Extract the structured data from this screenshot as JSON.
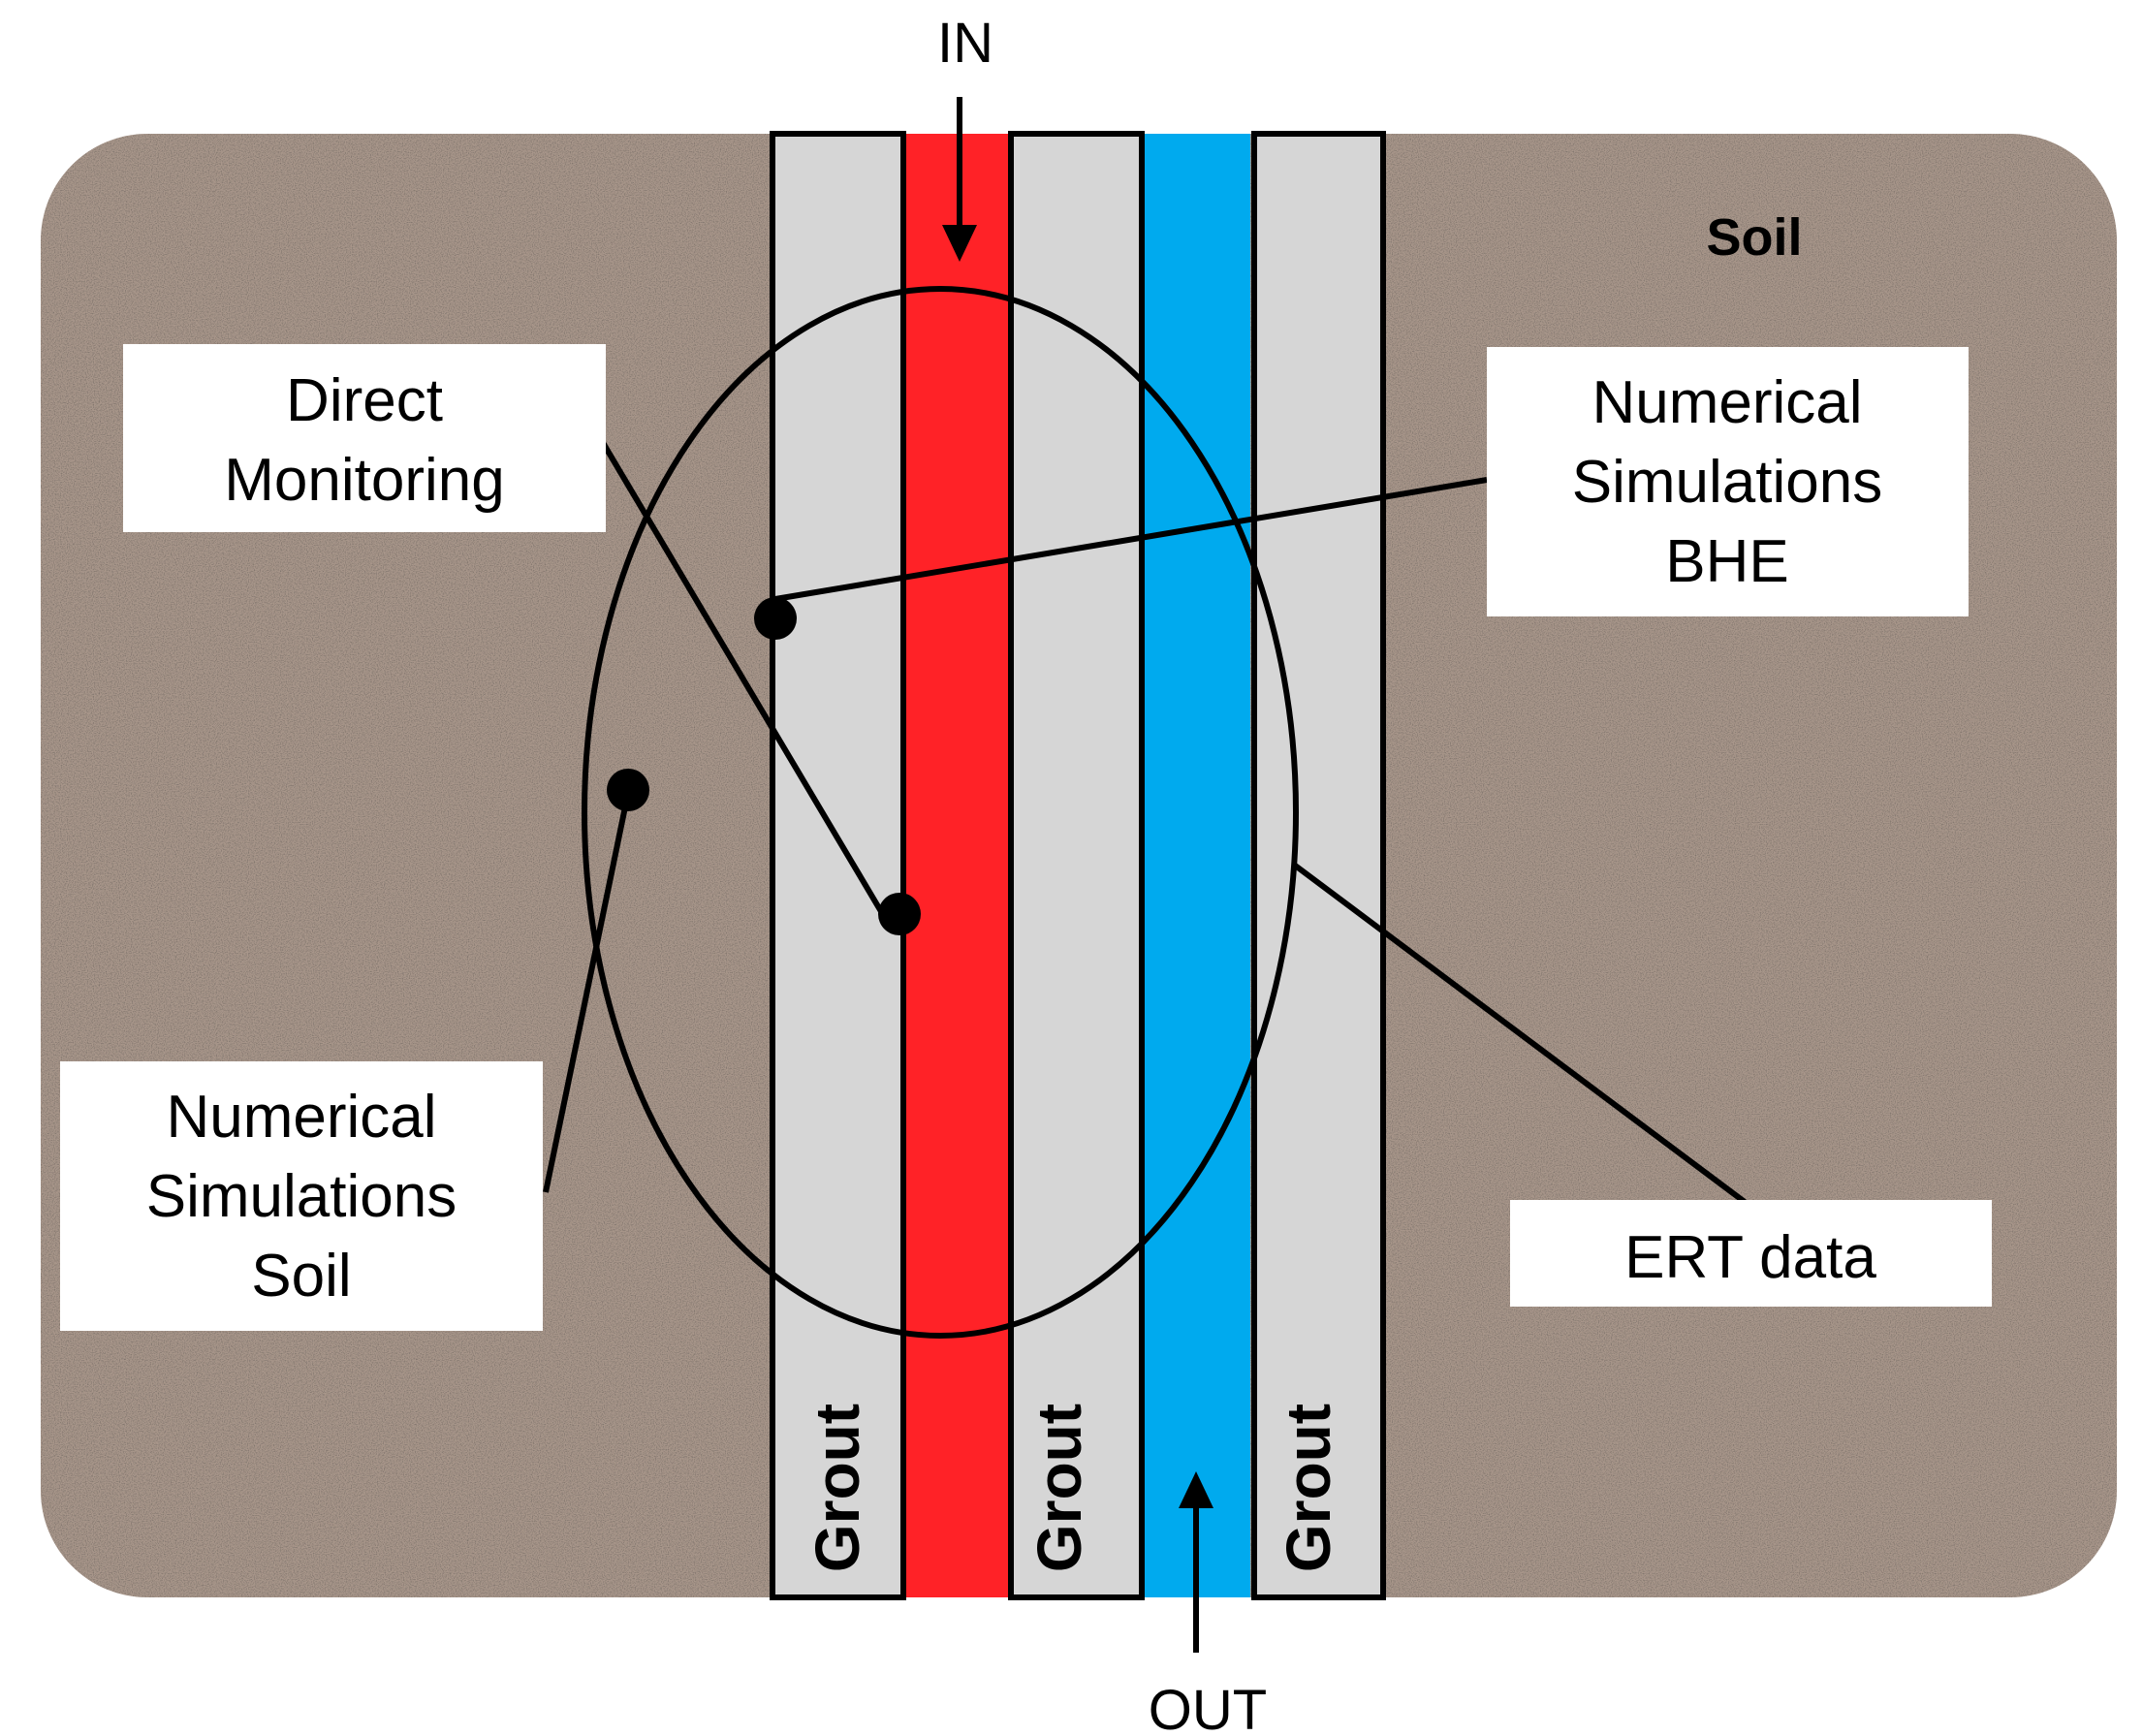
{
  "labels": {
    "in": "IN",
    "out": "OUT",
    "soil": "Soil",
    "grout": "Grout",
    "direct_monitoring": [
      "Direct",
      "Monitoring"
    ],
    "numerical_simulations_bhe": [
      "Numerical",
      "Simulations",
      "BHE"
    ],
    "numerical_simulations_soil": [
      "Numerical",
      "Simulations",
      "Soil"
    ],
    "ert_data": "ERT data"
  },
  "colors": {
    "soil": "#a8968a",
    "grout": "#d6d6d6",
    "inflow_pipe": "#ff2227",
    "outflow_pipe": "#00aaee",
    "box": "#ffffff",
    "line": "#000000"
  }
}
